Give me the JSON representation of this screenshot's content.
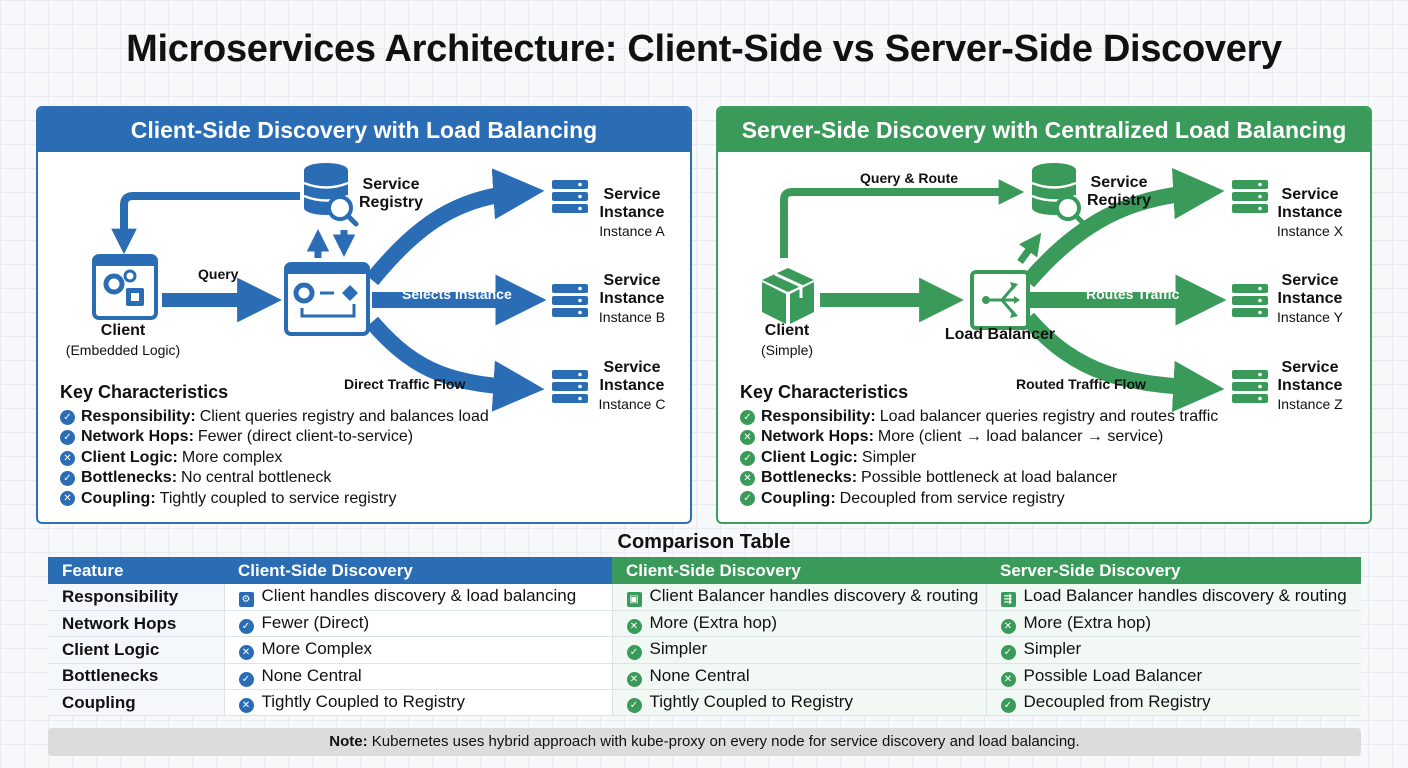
{
  "title": "Microservices Architecture: Client-Side vs Server-Side Discovery",
  "colors": {
    "blue": "#2a6db5",
    "green": "#3a9a5a"
  },
  "left": {
    "header": "Client-Side Discovery with Load Balancing",
    "registry_label": "Service\nRegistry",
    "client_label": "Client",
    "client_sub": "(Embedded Logic)",
    "query_label": "Query",
    "selects_label": "Selects Instance",
    "direct_label": "Direct Traffic Flow",
    "instances": [
      {
        "name": "Service\nInstance",
        "sub": "Instance A"
      },
      {
        "name": "Service\nInstance",
        "sub": "Instance B"
      },
      {
        "name": "Service\nInstance",
        "sub": "Instance C"
      }
    ],
    "kc_title": "Key Characteristics",
    "kc": [
      {
        "icon": "check",
        "key": "Responsibility:",
        "text": "Client queries registry and balances load"
      },
      {
        "icon": "check",
        "key": "Network Hops:",
        "text": "Fewer (direct client-to-service)"
      },
      {
        "icon": "cross",
        "key": "Client Logic:",
        "text": "More complex"
      },
      {
        "icon": "check",
        "key": "Bottlenecks:",
        "text": "No central bottleneck"
      },
      {
        "icon": "cross",
        "key": "Coupling:",
        "text": "Tightly coupled to service registry"
      }
    ]
  },
  "right": {
    "header": "Server-Side Discovery with Centralized Load Balancing",
    "registry_label": "Service\nRegistry",
    "client_label": "Client",
    "client_sub": "(Simple)",
    "lb_label": "Load Balancer",
    "query_route_label": "Query & Route",
    "routes_label": "Routes Traffic",
    "routed_label": "Routed Traffic Flow",
    "instances": [
      {
        "name": "Service\nInstance",
        "sub": "Instance X"
      },
      {
        "name": "Service\nInstance",
        "sub": "Instance Y"
      },
      {
        "name": "Service\nInstance",
        "sub": "Instance Z"
      }
    ],
    "kc_title": "Key Characteristics",
    "kc": [
      {
        "icon": "check",
        "key": "Responsibility:",
        "text": "Load balancer queries registry and routes traffic"
      },
      {
        "icon": "cross",
        "key": "Network Hops:",
        "text": "More (client → load balancer → service)"
      },
      {
        "icon": "check",
        "key": "Client Logic:",
        "text": "Simpler"
      },
      {
        "icon": "cross",
        "key": "Bottlenecks:",
        "text": "Possible bottleneck at load balancer"
      },
      {
        "icon": "check",
        "key": "Coupling:",
        "text": "Decoupled from service registry"
      }
    ]
  },
  "table": {
    "title": "Comparison Table",
    "headers": [
      "Feature",
      "Client-Side Discovery",
      "Client-Side Discovery",
      "Server-Side Discovery"
    ],
    "rows": [
      {
        "feature": "Responsibility",
        "c1": {
          "icon": "client-icon",
          "text": "Client handles discovery & load balancing"
        },
        "c2": {
          "icon": "box-icon",
          "text": "Client Balancer handles discovery & routing"
        },
        "c3": {
          "icon": "load-balancer-icon",
          "text": "Load Balancer handles discovery & routing"
        }
      },
      {
        "feature": "Network Hops",
        "c1": {
          "icon": "check",
          "text": "Fewer (Direct)"
        },
        "c2": {
          "icon": "cross",
          "text": "More (Extra hop)"
        },
        "c3": {
          "icon": "cross",
          "text": "More (Extra hop)"
        }
      },
      {
        "feature": "Client Logic",
        "c1": {
          "icon": "cross",
          "text": "More Complex"
        },
        "c2": {
          "icon": "check",
          "text": "Simpler"
        },
        "c3": {
          "icon": "check",
          "text": "Simpler"
        }
      },
      {
        "feature": "Bottlenecks",
        "c1": {
          "icon": "check",
          "text": "None Central"
        },
        "c2": {
          "icon": "cross",
          "text": "None Central"
        },
        "c3": {
          "icon": "cross",
          "text": "Possible Load Balancer"
        }
      },
      {
        "feature": "Coupling",
        "c1": {
          "icon": "cross",
          "text": "Tightly Coupled to Registry"
        },
        "c2": {
          "icon": "check",
          "text": "Tightly Coupled to Registry"
        },
        "c3": {
          "icon": "check",
          "text": "Decoupled from Registry"
        }
      }
    ]
  },
  "note": {
    "key": "Note:",
    "text": "Kubernetes uses hybrid approach with kube-proxy on every node for service discovery and load balancing."
  }
}
